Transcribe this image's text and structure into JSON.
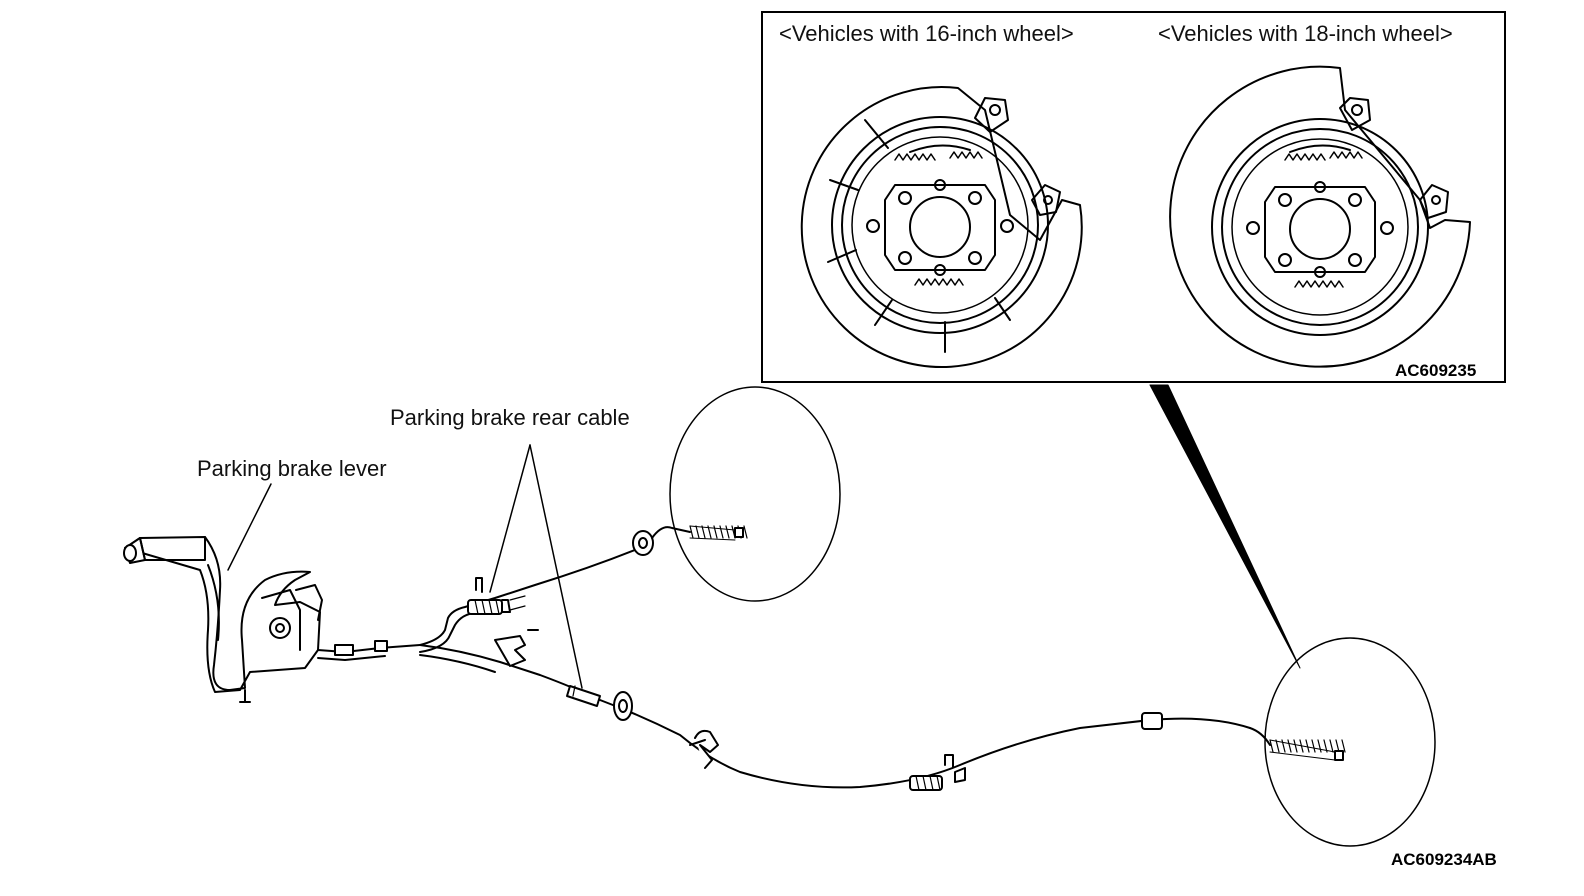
{
  "inset": {
    "title_left": "<Vehicles with 16-inch wheel>",
    "title_right": "<Vehicles with 18-inch wheel>",
    "figure_code": "AC609235"
  },
  "labels": {
    "rear_cable": "Parking brake rear cable",
    "lever": "Parking brake lever"
  },
  "figure_code": "AC609234AB"
}
